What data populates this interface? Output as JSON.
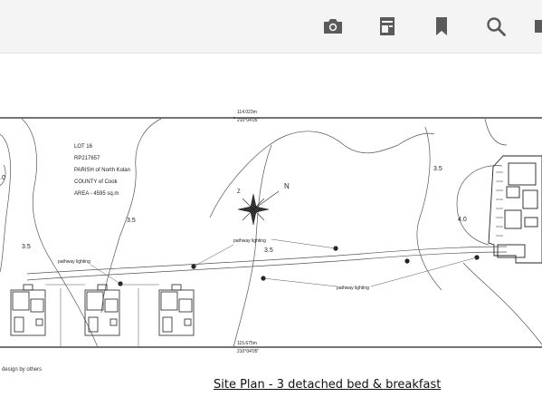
{
  "toolbar": {
    "icons": [
      "camera-icon",
      "page-layout-icon",
      "bookmark-icon",
      "search-icon",
      "overflow-icon"
    ]
  },
  "plan": {
    "lot_info": [
      "LOT 16",
      "RP217657",
      "PARISH of North Kolan",
      "COUNTY of Cook",
      "AREA - 4595 sq.m"
    ],
    "top_dimension": "114.023m",
    "top_bearing": "210°04'05\"",
    "bottom_dimension": "115.675m",
    "bottom_bearing": "210°04'05\"",
    "contours": {
      "c1": "3.5",
      "c2": "3.5",
      "c3": "3.5",
      "c4": "3.5",
      "c5": "4.0"
    },
    "lighting_label_1": "pathway lighting",
    "lighting_label_2": "pathway lighting",
    "lighting_label_3": "pathway lighting",
    "compass_label": "N",
    "credit": "design by others",
    "caption": "Site Plan - 3 detached bed & breakfast"
  },
  "colors": {
    "toolbar_bg": "#f4f4f4",
    "icon": "#5a5a5a",
    "line": "#222222"
  }
}
